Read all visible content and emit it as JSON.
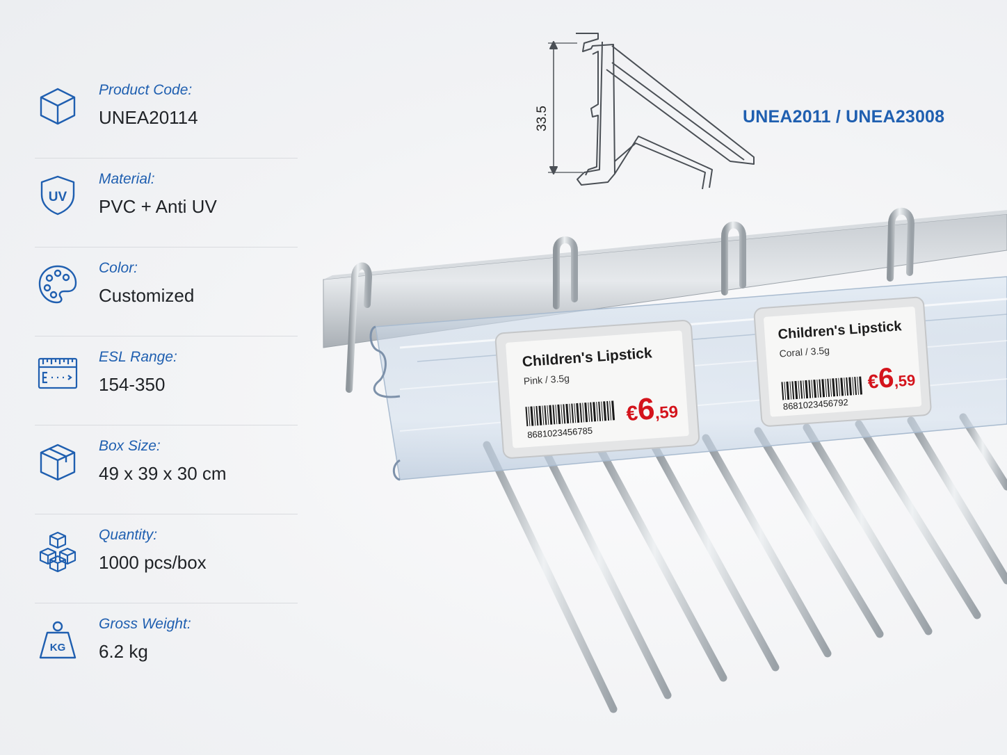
{
  "specs": [
    {
      "label": "Product Code:",
      "value": "UNEA20114",
      "icon": "cube-icon"
    },
    {
      "label": "Material:",
      "value": "PVC + Anti UV",
      "icon": "uv-shield-icon",
      "icon_text": "UV"
    },
    {
      "label": "Color:",
      "value": "Customized",
      "icon": "palette-icon"
    },
    {
      "label": "ESL Range:",
      "value": "154-350",
      "icon": "esl-ruler-icon"
    },
    {
      "label": "Box Size:",
      "value": "49 x 39 x 30 cm",
      "icon": "box-icon"
    },
    {
      "label": "Quantity:",
      "value": "1000 pcs/box",
      "icon": "stacked-boxes-icon"
    },
    {
      "label": "Gross Weight:",
      "value": "6.2 kg",
      "icon": "weight-icon",
      "icon_text": "KG"
    }
  ],
  "diagram": {
    "dimension": "33.5",
    "model_codes": "UNEA2011 / UNEA23008"
  },
  "labels": [
    {
      "title": "Children's Lipstick",
      "variant": "Pink / 3.5g",
      "currency": "€",
      "price_main": "6",
      "price_cents": ",59",
      "barcode": "8681023456785"
    },
    {
      "title": "Children's Lipstick",
      "variant": "Coral / 3.5g",
      "currency": "€",
      "price_main": "6",
      "price_cents": ",59",
      "barcode": "8681023456792"
    }
  ],
  "colors": {
    "accent_blue": "#1f5fb0",
    "price_red": "#d4141c",
    "text_dark": "#1f2226"
  }
}
